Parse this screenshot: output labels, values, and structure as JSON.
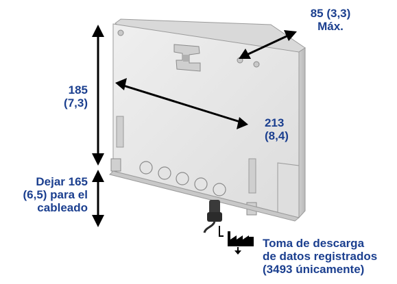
{
  "dimensions": {
    "height": {
      "value": "185",
      "inch": "(7,3)"
    },
    "width": {
      "value": "213",
      "inch": "(8,4)"
    },
    "depth": {
      "value": "85 (3,3)",
      "note": "Máx."
    },
    "wiring": {
      "line1": "Dejar 165",
      "line2": "(6,5) para el",
      "line3": "cableado"
    }
  },
  "download_port": {
    "line1": "Toma de descarga",
    "line2": "de datos registrados",
    "line3": "(3493 únicamente)",
    "icon": "factory-download-icon"
  },
  "colors": {
    "label": "#1b3f8f",
    "arrow": "#000000",
    "enclosure_face": "#e6e6e6",
    "enclosure_top": "#d4d4d4",
    "enclosure_side": "#c4c4c4"
  }
}
